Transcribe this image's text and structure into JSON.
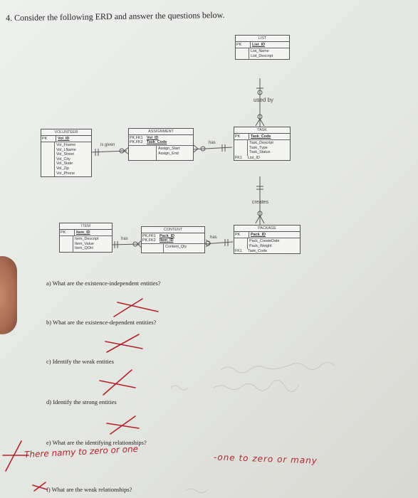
{
  "title": "4. Consider the following ERD and answer the questions below.",
  "entities": {
    "list": {
      "name": "LIST",
      "pk_label": "PK",
      "pk": "List_ID",
      "attrs": [
        "List_Name",
        "List_Descript"
      ]
    },
    "task": {
      "name": "TASK",
      "pk_label": "PK",
      "pk": "Task_Code",
      "attrs": [
        "Task_Descript",
        "Task_Type",
        "Task_Status"
      ],
      "fk_label": "FK1",
      "fk": "List_ID"
    },
    "volunteer": {
      "name": "VOLUNTEER",
      "pk_label": "PK",
      "pk": "Vol_ID",
      "attrs": [
        "Vol_Fname",
        "Vol_LName",
        "Vol_Street",
        "Vol_City",
        "Vol_State",
        "Vol_Zip",
        "Vol_Phone"
      ]
    },
    "assignment": {
      "name": "ASSIGNMENT",
      "keys": [
        {
          "k": "PK,FK1",
          "v": "Vol_ID"
        },
        {
          "k": "PK,FK2",
          "v": "Task_Code"
        }
      ],
      "attrs": [
        "Assign_Start",
        "Assign_End"
      ]
    },
    "package": {
      "name": "PACKAGE",
      "pk_label": "PK",
      "pk": "Pack_ID",
      "attrs": [
        "Pack_CreateDate",
        "Pack_Weight"
      ],
      "fk_label": "FK1",
      "fk": "Task_Code"
    },
    "item": {
      "name": "ITEM",
      "pk_label": "PK",
      "pk": "Item_ID",
      "attrs": [
        "Item_Descript",
        "Item_Value",
        "Item_QOH"
      ]
    },
    "content": {
      "name": "CONTENT",
      "keys": [
        {
          "k": "PK,FK1",
          "v": "Pack_ID"
        },
        {
          "k": "PK,FK2",
          "v": "Item_ID"
        }
      ],
      "attrs": [
        "Content_Qty"
      ]
    }
  },
  "relationships": {
    "used_by": "used by",
    "is_given": "is given",
    "has_assign_task": "has",
    "creates": "creates",
    "has_item_content": "has",
    "has_content_package": "has"
  },
  "questions": {
    "a": "a)  What are the existence-independent entities?",
    "b": "b)  What are the existence-dependent entities?",
    "c": "c)  Identify the weak entities",
    "d": "d)  Identify the strong entities",
    "e": "e)  What are the identifying relationships?",
    "f": "f)  What are the weak relationships?"
  },
  "handwriting": {
    "line1": "There namy to zero or one",
    "line2": "-one to zero or many"
  },
  "colors": {
    "ink": "#b0232c",
    "paper": "#e6e8e4"
  }
}
